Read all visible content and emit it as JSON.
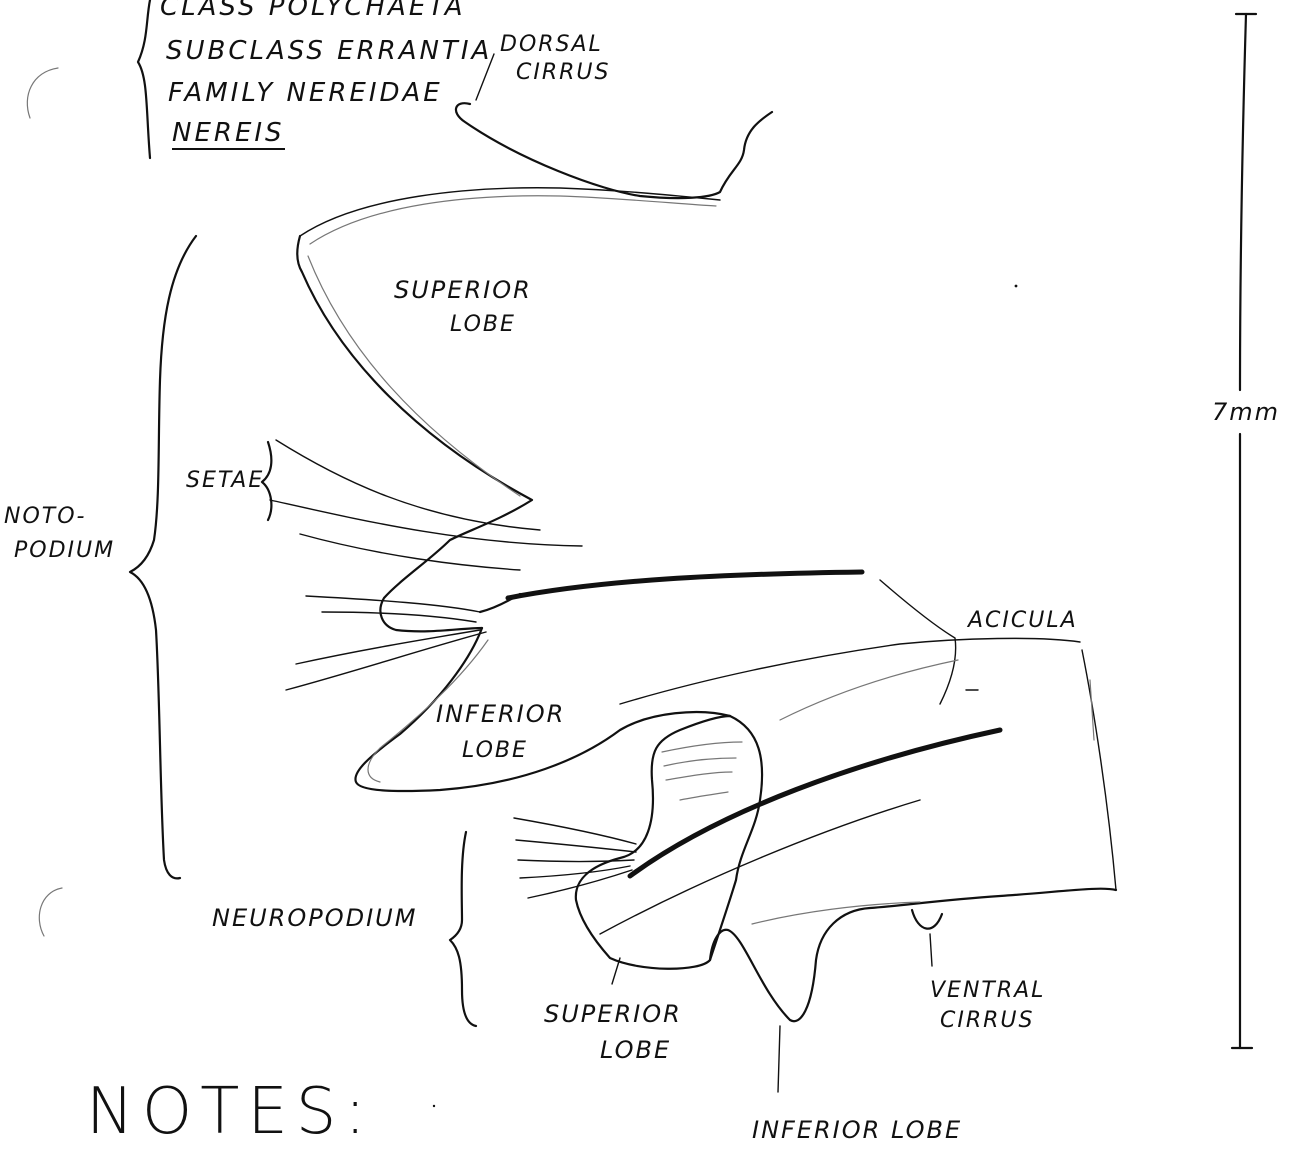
{
  "taxonomy": {
    "class": "CLASS POLYCHAETA",
    "subclass": "SUBCLASS ERRANTIA",
    "family": "FAMILY NEREIDAE",
    "genus": "NEREIS"
  },
  "labels": {
    "dorsal_cirrus": [
      "DORSAL",
      "CIRRUS"
    ],
    "notopodium_superior_lobe": [
      "SUPERIOR",
      "LOBE"
    ],
    "setae": "SETAE",
    "notopodium": [
      "NOTO-",
      "PODIUM"
    ],
    "acicula": "ACICULA",
    "notopodium_inferior_lobe": [
      "INFERIOR",
      "LOBE"
    ],
    "neuropodium": "NEUROPODIUM",
    "neuropodium_superior_lobe": [
      "SUPERIOR",
      "LOBE"
    ],
    "ventral_cirrus": [
      "VENTRAL",
      "CIRRUS"
    ],
    "neuropodium_inferior_lobe": "INFERIOR LOBE",
    "scale": "7mm",
    "notes": "NOTES:"
  }
}
